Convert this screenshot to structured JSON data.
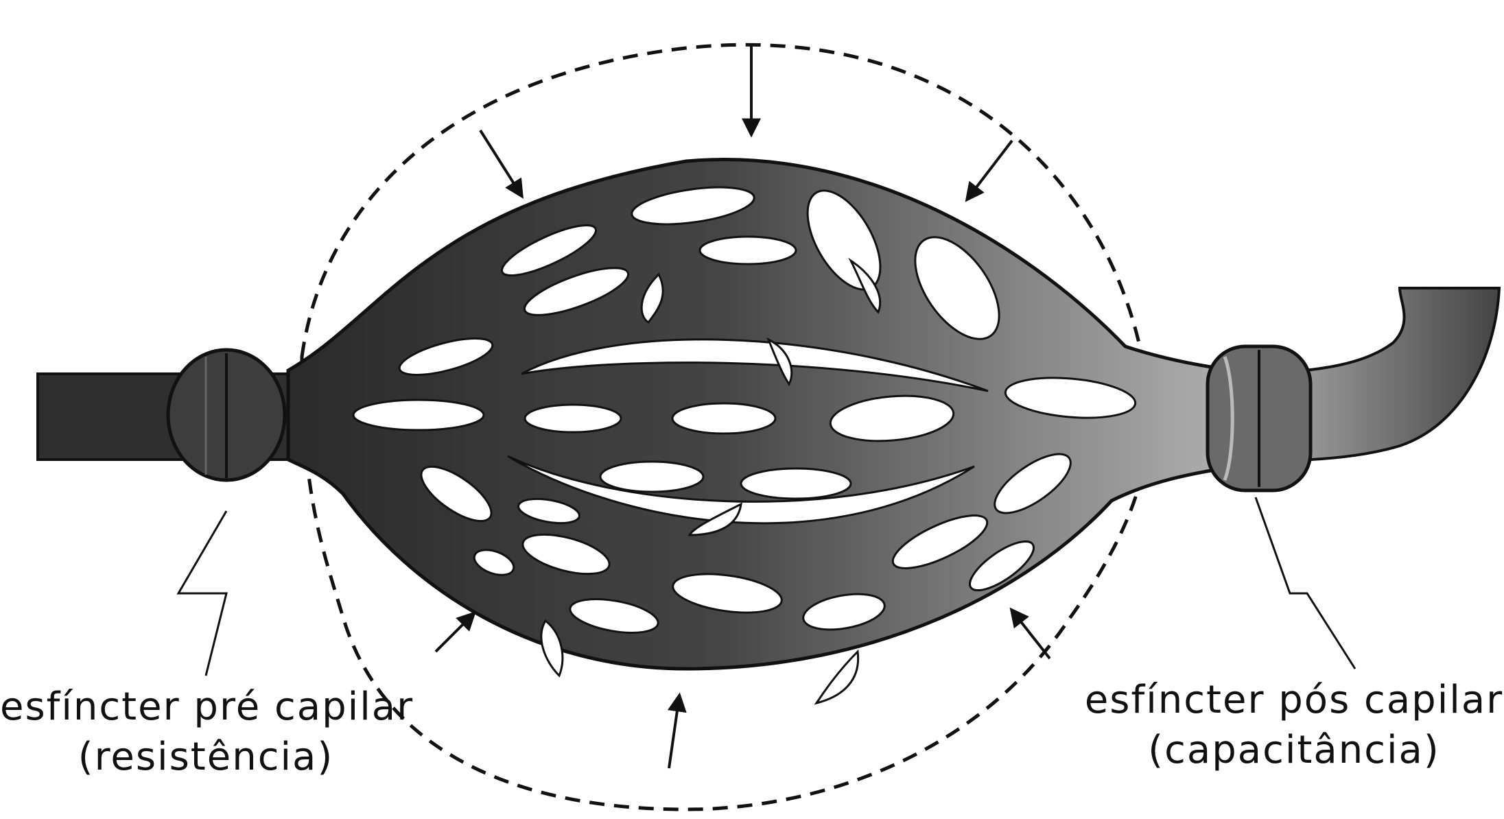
{
  "labels": {
    "pre": {
      "line1": "esfíncter pré capilar",
      "line2": "(resistência)"
    },
    "pos": {
      "line1": "esfíncter pós capilar",
      "line2": "(capacitância)"
    }
  },
  "colors": {
    "ink": "#111111",
    "vessel_dark": "#3a3a3a",
    "vessel_light": "#9a9a9a",
    "background": "#ffffff"
  }
}
